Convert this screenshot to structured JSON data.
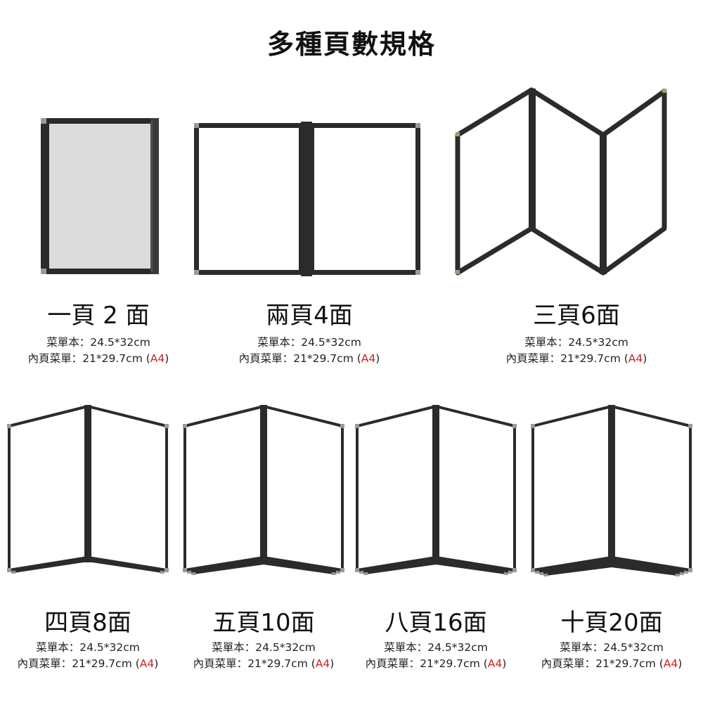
{
  "title": "多種頁數規格",
  "items": [
    {
      "label": "一頁 2 面",
      "cover_prefix": "菜單本：",
      "cover_size": "24.5*32cm",
      "insert_prefix": "內頁菜單：",
      "insert_size": "21*29.7cm",
      "paper": "A4",
      "illustration": "single-panel-menu"
    },
    {
      "label": "兩頁4面",
      "cover_prefix": "菜單本：",
      "cover_size": "24.5*32cm",
      "insert_prefix": "內頁菜單：",
      "insert_size": "21*29.7cm",
      "paper": "A4",
      "illustration": "bifold-menu"
    },
    {
      "label": "三頁6面",
      "cover_prefix": "菜單本：",
      "cover_size": "24.5*32cm",
      "insert_prefix": "內頁菜單：",
      "insert_size": "21*29.7cm",
      "paper": "A4",
      "illustration": "trifold-menu"
    },
    {
      "label": "四頁8面",
      "cover_prefix": "菜單本：",
      "cover_size": "24.5*32cm",
      "insert_prefix": "內頁菜單：",
      "insert_size": "21*29.7cm",
      "paper": "A4",
      "illustration": "book-menu-4"
    },
    {
      "label": "五頁10面",
      "cover_prefix": "菜單本：",
      "cover_size": "24.5*32cm",
      "insert_prefix": "內頁菜單：",
      "insert_size": "21*29.7cm",
      "paper": "A4",
      "illustration": "book-menu-5"
    },
    {
      "label": "八頁16面",
      "cover_prefix": "菜單本：",
      "cover_size": "24.5*32cm",
      "insert_prefix": "內頁菜單：",
      "insert_size": "21*29.7cm",
      "paper": "A4",
      "illustration": "book-menu-8"
    },
    {
      "label": "十頁20面",
      "cover_prefix": "菜單本：",
      "cover_size": "24.5*32cm",
      "insert_prefix": "內頁菜單：",
      "insert_size": "21*29.7cm",
      "paper": "A4",
      "illustration": "book-menu-10"
    }
  ],
  "colors": {
    "frame": "#2b2b2b",
    "corner": "#9a9a9a",
    "accent": "#c8202c",
    "panel_gray": "#dcdcdc"
  }
}
